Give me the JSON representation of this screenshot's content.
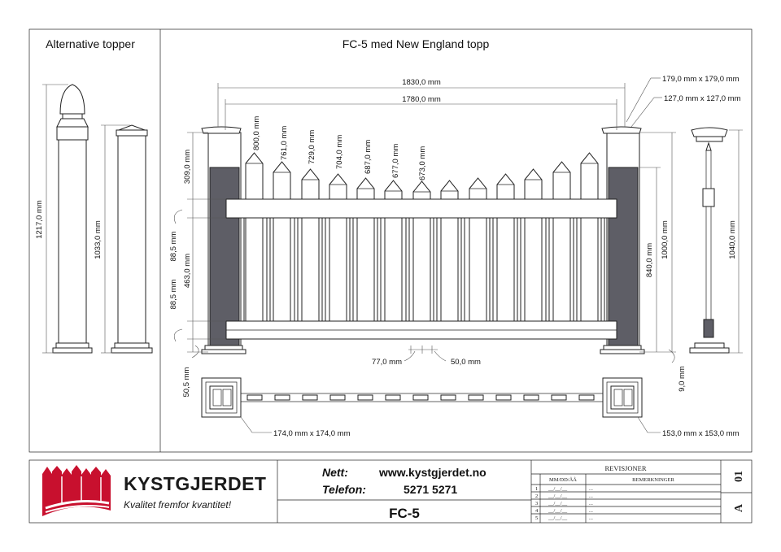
{
  "alt_panel": {
    "title": "Alternative topper",
    "dims": {
      "left_height": "1217,0 mm",
      "right_height": "1033,0 mm"
    }
  },
  "main_panel": {
    "title": "FC-5 med New England topp"
  },
  "dims": {
    "overall_width": "1830,0 mm",
    "inner_width": "1780,0 mm",
    "post_cap_outer": "179,0 mm x 179,0 mm",
    "post_cap_inner": "127,0 mm x 127,0 mm",
    "picket_heights": [
      "800,0 mm",
      "761,0 mm",
      "729,0 mm",
      "704,0 mm",
      "687,0 mm",
      "677,0 mm",
      "673,0 mm"
    ],
    "left_top": "309,0 mm",
    "left_rail_a": "88,5 mm",
    "left_mid": "463,0 mm",
    "left_rail_b": "88,5 mm",
    "left_base": "50,5 mm",
    "picket_width": "77,0 mm",
    "picket_gap": "50,0 mm",
    "right_840": "840,0 mm",
    "right_1000": "1000,0 mm",
    "right_base": "9,0 mm",
    "side_height": "1040,0 mm",
    "plan_left": "174,0 mm x 174,0 mm",
    "plan_right": "153,0 mm x 153,0 mm"
  },
  "title_block": {
    "company": "KYSTGJERDET",
    "slogan": "Kvalitet fremfor kvantitet!",
    "web_label": "Nett:",
    "web_value": "www.kystgjerdet.no",
    "phone_label": "Telefon:",
    "phone_value": "5271 5271",
    "code": "FC-5",
    "rev_title": "REVISJONER",
    "rev_col_date": "MM/DD/ÅÅ",
    "rev_col_notes": "BEMERKNINGER",
    "rev_rows": [
      {
        "n": "1",
        "date": "__/__/__",
        "note": "..."
      },
      {
        "n": "2",
        "date": "__/__/__",
        "note": "..."
      },
      {
        "n": "3",
        "date": "__/__/__",
        "note": "..."
      },
      {
        "n": "4",
        "date": "__/__/__",
        "note": "..."
      },
      {
        "n": "5",
        "date": "__/__/__",
        "note": "..."
      }
    ],
    "sheet_number": "01",
    "sheet_size": "A"
  },
  "colors": {
    "post_fill": "#5e5e66",
    "logo_red": "#c8102e"
  }
}
